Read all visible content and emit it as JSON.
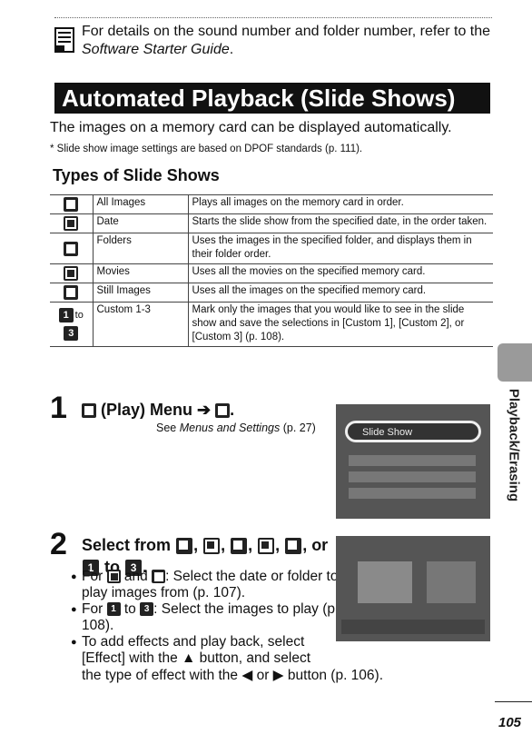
{
  "note": {
    "text": "For details on the sound number and folder number, refer to the",
    "italic": "Software Starter Guide",
    "suffix": "."
  },
  "banner": "Automated Playback (Slide Shows)",
  "intro": "The images on a memory card can be displayed automatically.",
  "footnote": "* Slide show image settings are based on DPOF standards (p. 111).",
  "section_title": "Types of Slide Shows",
  "table": {
    "rows": [
      {
        "icon": "all-images-icon",
        "name": "All Images",
        "desc": "Plays all images on the memory card in order."
      },
      {
        "icon": "date-icon",
        "name": "Date",
        "desc": "Starts the slide show from the specified date, in the order taken."
      },
      {
        "icon": "folders-icon",
        "name": "Folders",
        "desc": "Uses the images in the specified folder, and displays them in their folder order."
      },
      {
        "icon": "movies-icon",
        "name": "Movies",
        "desc": "Uses all the movies on the specified memory card."
      },
      {
        "icon": "still-images-icon",
        "name": "Still Images",
        "desc": "Uses all the images on the specified memory card."
      },
      {
        "icon": "custom-icon",
        "name": "Custom 1-3",
        "desc": "Mark only the images that you would like to see in the slide show and save the selections in [Custom 1], [Custom 2], or [Custom 3] (p. 108).",
        "to": "to",
        "num_start": "1",
        "num_end": "3"
      }
    ]
  },
  "side_label": "Playback/Erasing",
  "step1": {
    "number": "1",
    "title_a": "(Play) Menu",
    "arrow": "➔",
    "title_b": ".",
    "sub_a": "See",
    "sub_italic": "Menus and Settings",
    "sub_b": "(p. 27)",
    "screen_item": "Slide Show"
  },
  "step2": {
    "number": "2",
    "title_a": "Select from",
    "sep": ",",
    "or": ", or",
    "to": "to",
    "period": ".",
    "bullets": [
      {
        "a": "For",
        "b": "and",
        "c": ": Select the date or folder to play images from (p. 107)."
      },
      {
        "a": "For",
        "b": "to",
        "c": ": Select the images to play (p. 108)."
      },
      {
        "a": "To add effects and play back, select [Effect] with the ▲ button, and select"
      }
    ],
    "last_line": "the type of effect with the ◀ or ▶ button (p. 106)."
  },
  "page_number": "105"
}
